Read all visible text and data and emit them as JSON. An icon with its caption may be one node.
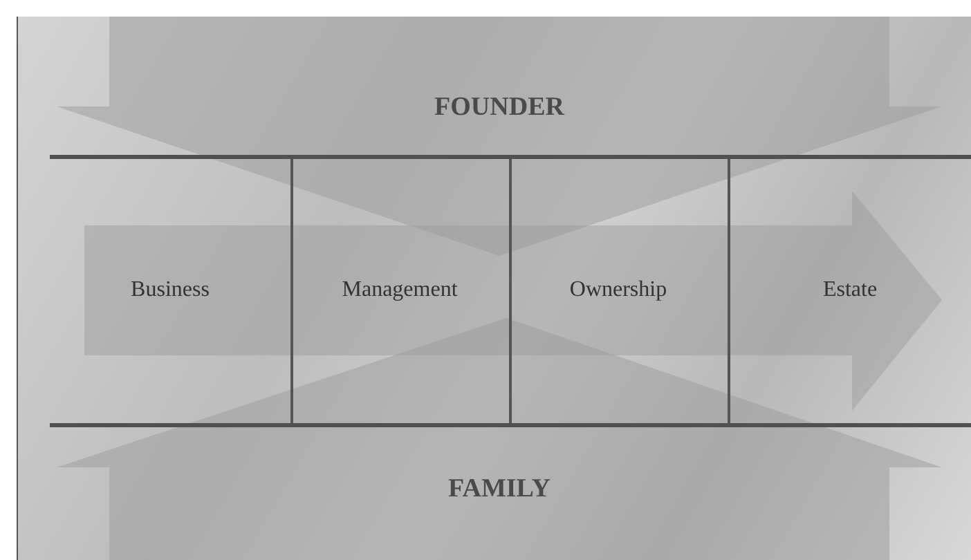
{
  "diagram": {
    "nodes": [
      {
        "text": [
          "FOUNDER"
        ]
      },
      {
        "text": [
          "Business"
        ]
      },
      {
        "text": [
          "Management"
        ]
      },
      {
        "text": [
          "Ownership"
        ]
      },
      {
        "text": [
          "Estate"
        ]
      },
      {
        "text": [
          "FAMILY"
        ]
      }
    ]
  }
}
